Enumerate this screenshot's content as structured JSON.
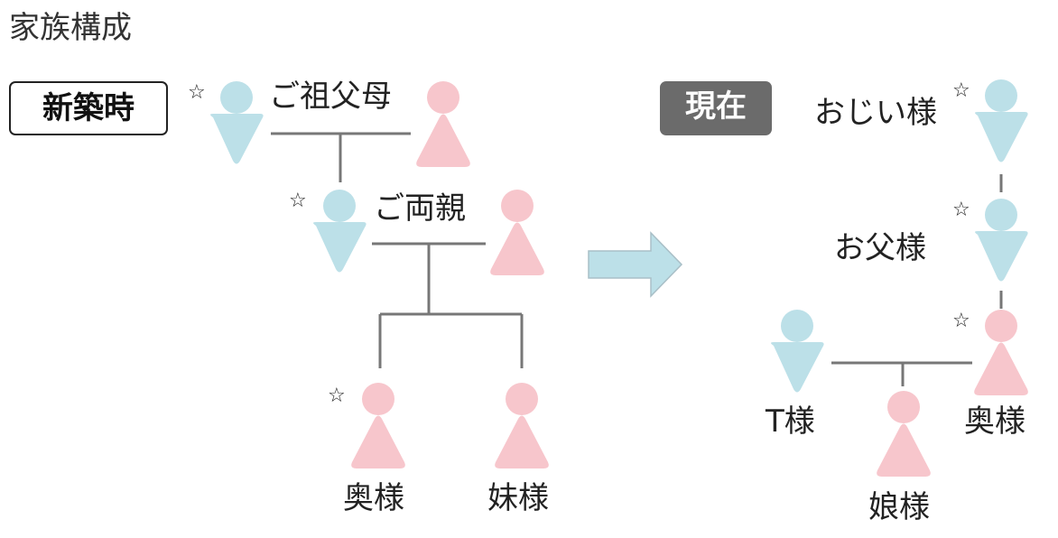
{
  "title": "家族構成",
  "badges": {
    "before": "新築時",
    "now": "現在"
  },
  "star": "☆",
  "before": {
    "grandparents_label": "ご祖父母",
    "parents_label": "ご両親",
    "wife_label": "奥様",
    "sister_label": "妹様"
  },
  "now": {
    "grandpa_label": "おじい様",
    "father_label": "お父様",
    "husband_label": "T様",
    "wife_label": "奥様",
    "daughter_label": "娘様"
  },
  "colors": {
    "male": "#bce0e8",
    "female": "#f7c6cc",
    "arrow": "#bce0e8",
    "lines": "#777777"
  }
}
